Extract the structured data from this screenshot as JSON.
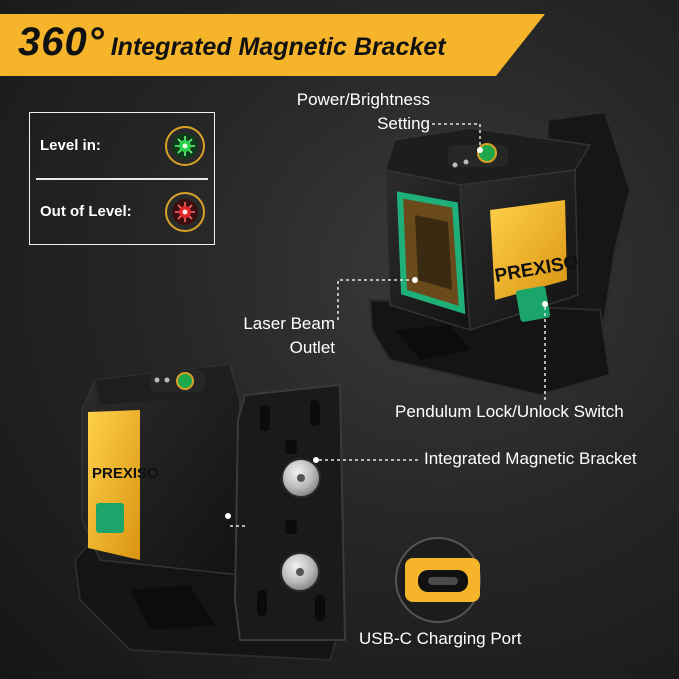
{
  "banner": {
    "number": "360°",
    "text": "Integrated Magnetic Bracket"
  },
  "legend": {
    "rows": [
      {
        "label": "Level in:",
        "color": "#2bd04a"
      },
      {
        "label": "Out of Level:",
        "color": "#e0262b"
      }
    ]
  },
  "brand": "PREXISO",
  "callouts": {
    "power_line1": "Power/Brightness",
    "power_line2": "Setting",
    "laser_line1": "Laser Beam",
    "laser_line2": "Outlet",
    "pendulum": "Pendulum Lock/Unlock Switch",
    "bracket": "Integrated Magnetic Bracket",
    "usb": "USB-C Charging Port"
  },
  "colors": {
    "accent_yellow": "#f5b429",
    "body_black": "#1c1c1c",
    "green_window": "#1fa56e"
  }
}
